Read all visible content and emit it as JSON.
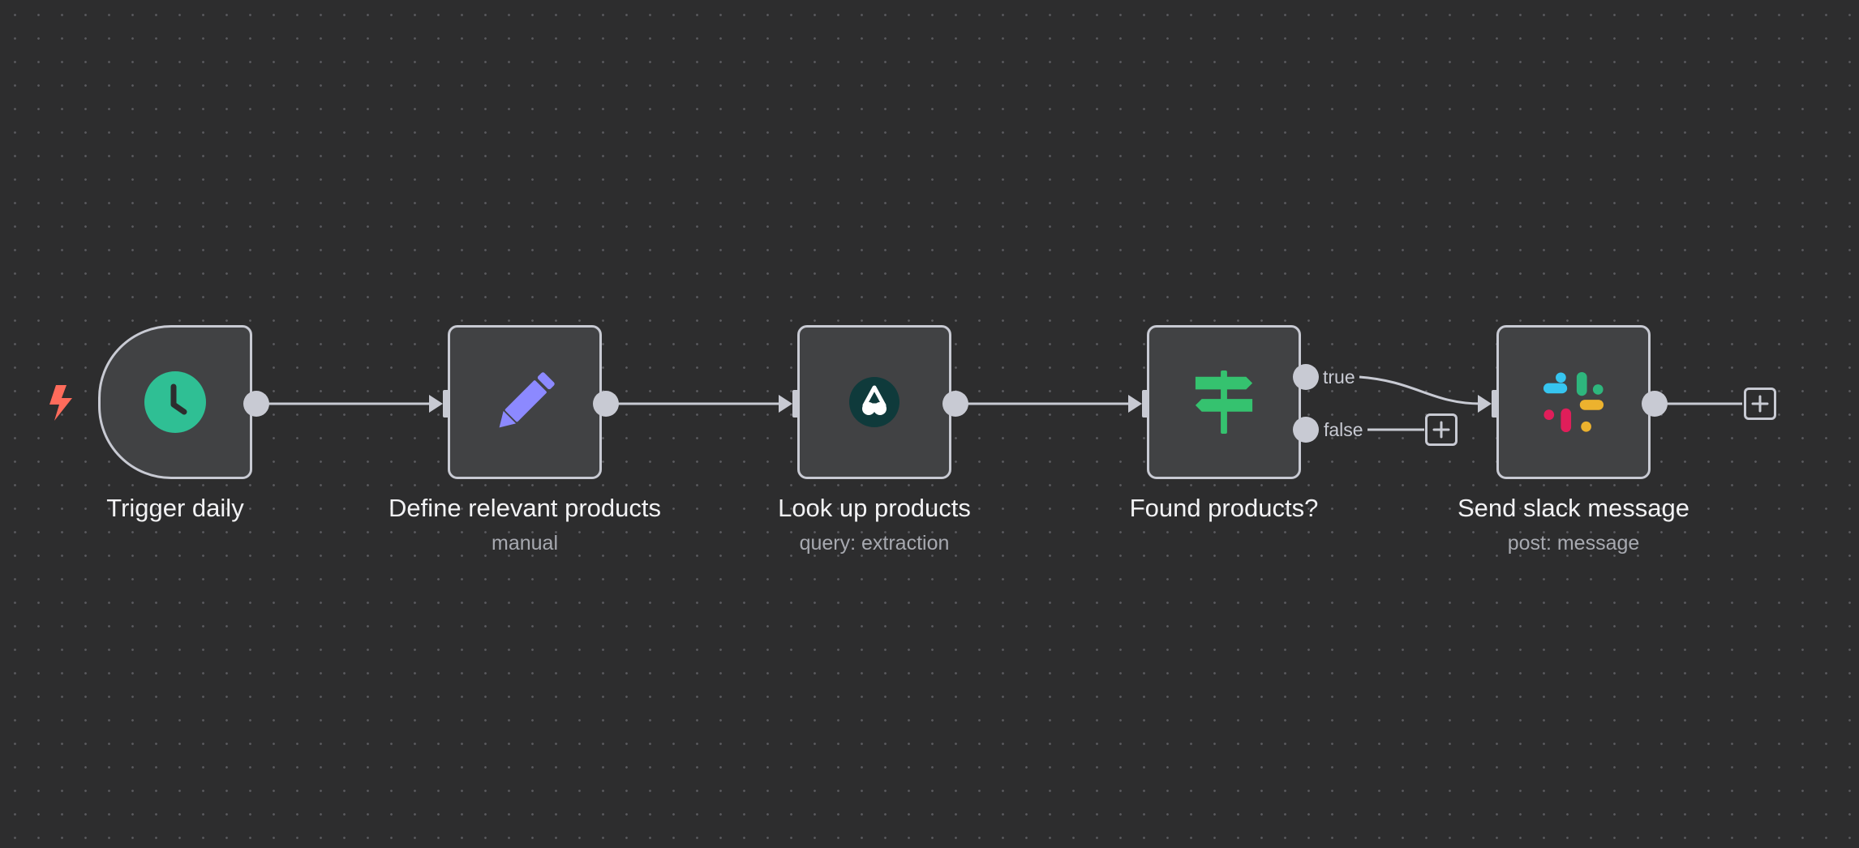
{
  "canvas": {
    "background": "#2d2d2e",
    "dot_color": "#5a5a5e"
  },
  "colors": {
    "node_border": "#c8cad3",
    "node_fill": "#414244",
    "edge": "#c8cad3",
    "trigger_bolt": "#ff6b5b",
    "schedule_green": "#2fbf94",
    "edit_purple": "#8c89ff",
    "if_green": "#35c26f",
    "slack_blue": "#36c5f0",
    "slack_green": "#2eb67d",
    "slack_red": "#e01e5a",
    "slack_yellow": "#ecb22e"
  },
  "workflow": {
    "trigger_icon": "lightning-bolt-icon",
    "nodes": [
      {
        "id": "trigger",
        "label": "Trigger daily",
        "subtitle": "",
        "icon": "clock-icon"
      },
      {
        "id": "define",
        "label": "Define relevant products",
        "subtitle": "manual",
        "icon": "pencil-icon"
      },
      {
        "id": "lookup",
        "label": "Look up products",
        "subtitle": "query: extraction",
        "icon": "extraction-cloud-icon"
      },
      {
        "id": "found",
        "label": "Found products?",
        "subtitle": "",
        "icon": "signpost-icon"
      },
      {
        "id": "slack",
        "label": "Send slack message",
        "subtitle": "post: message",
        "icon": "slack-icon"
      }
    ],
    "branches": {
      "true_label": "true",
      "false_label": "false"
    },
    "add_node_symbol": "+"
  }
}
